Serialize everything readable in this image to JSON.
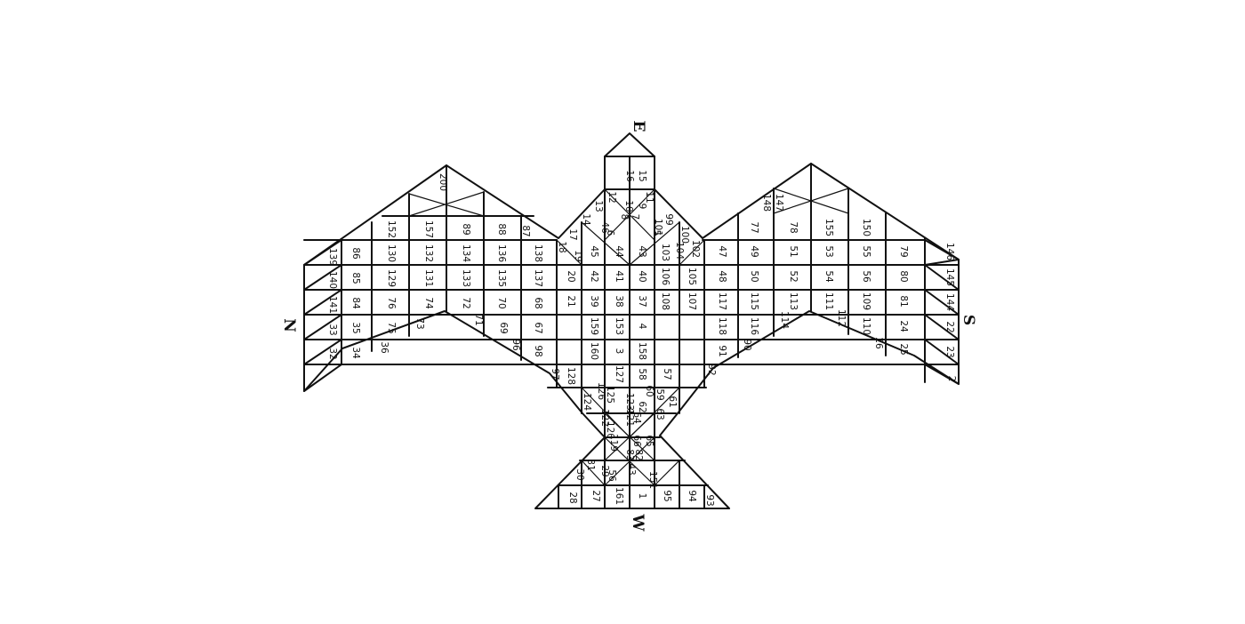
{
  "directions": {
    "east": "E",
    "west": "W",
    "north": "N",
    "south": "S"
  },
  "cells": [
    {
      "t": "16"
    },
    {
      "t": "15"
    },
    {
      "t": "200"
    },
    {
      "t": "148"
    },
    {
      "t": "147"
    },
    {
      "t": "152"
    },
    {
      "t": "157"
    },
    {
      "t": "89"
    },
    {
      "t": "88"
    },
    {
      "t": "87"
    },
    {
      "t": "77"
    },
    {
      "t": "78"
    },
    {
      "t": "155"
    },
    {
      "t": "150"
    },
    {
      "t": "139"
    },
    {
      "t": "86"
    },
    {
      "t": "130"
    },
    {
      "t": "132"
    },
    {
      "t": "134"
    },
    {
      "t": "136"
    },
    {
      "t": "138"
    },
    {
      "t": "47"
    },
    {
      "t": "49"
    },
    {
      "t": "51"
    },
    {
      "t": "53"
    },
    {
      "t": "55"
    },
    {
      "t": "79"
    },
    {
      "t": "146"
    },
    {
      "t": "140"
    },
    {
      "t": "85"
    },
    {
      "t": "129"
    },
    {
      "t": "131"
    },
    {
      "t": "133"
    },
    {
      "t": "135"
    },
    {
      "t": "137"
    },
    {
      "t": "48"
    },
    {
      "t": "50"
    },
    {
      "t": "52"
    },
    {
      "t": "54"
    },
    {
      "t": "56"
    },
    {
      "t": "80"
    },
    {
      "t": "145"
    },
    {
      "t": "141"
    },
    {
      "t": "84"
    },
    {
      "t": "76"
    },
    {
      "t": "74"
    },
    {
      "t": "72"
    },
    {
      "t": "70"
    },
    {
      "t": "68"
    },
    {
      "t": "117"
    },
    {
      "t": "115"
    },
    {
      "t": "113"
    },
    {
      "t": "111"
    },
    {
      "t": "109"
    },
    {
      "t": "81"
    },
    {
      "t": "144"
    },
    {
      "t": "33"
    },
    {
      "t": "35"
    },
    {
      "t": "75"
    },
    {
      "t": "73"
    },
    {
      "t": "71"
    },
    {
      "t": "69"
    },
    {
      "t": "67"
    },
    {
      "t": "118"
    },
    {
      "t": "116"
    },
    {
      "t": "114"
    },
    {
      "t": "112"
    },
    {
      "t": "110"
    },
    {
      "t": "24"
    },
    {
      "t": "22"
    },
    {
      "t": "32"
    },
    {
      "t": "34"
    },
    {
      "t": "36"
    },
    {
      "t": "96"
    },
    {
      "t": "98"
    },
    {
      "t": "97"
    },
    {
      "t": "91"
    },
    {
      "t": "90"
    },
    {
      "t": "26"
    },
    {
      "t": "25"
    },
    {
      "t": "23"
    },
    {
      "t": "2"
    },
    {
      "t": "92"
    },
    {
      "t": "18"
    },
    {
      "t": "17"
    },
    {
      "t": "19"
    },
    {
      "t": "14"
    },
    {
      "t": "13"
    },
    {
      "t": "12"
    },
    {
      "t": "46"
    },
    {
      "t": "6"
    },
    {
      "t": "8"
    },
    {
      "t": "10"
    },
    {
      "t": "7"
    },
    {
      "t": "9"
    },
    {
      "t": "11"
    },
    {
      "t": "5"
    },
    {
      "t": "101"
    },
    {
      "t": "99"
    },
    {
      "t": "104"
    },
    {
      "t": "100"
    },
    {
      "t": "102"
    },
    {
      "t": "103"
    },
    {
      "t": "20"
    },
    {
      "t": "45"
    },
    {
      "t": "44"
    },
    {
      "t": "43"
    },
    {
      "t": "21"
    },
    {
      "t": "42"
    },
    {
      "t": "41"
    },
    {
      "t": "40"
    },
    {
      "t": "106"
    },
    {
      "t": "105"
    },
    {
      "t": "39"
    },
    {
      "t": "38"
    },
    {
      "t": "37"
    },
    {
      "t": "108"
    },
    {
      "t": "107"
    },
    {
      "t": "159"
    },
    {
      "t": "153"
    },
    {
      "t": "4"
    },
    {
      "t": "160"
    },
    {
      "t": "3"
    },
    {
      "t": "158"
    },
    {
      "t": "128"
    },
    {
      "t": "127"
    },
    {
      "t": "58"
    },
    {
      "t": "57"
    },
    {
      "t": "124"
    },
    {
      "t": "126"
    },
    {
      "t": "125"
    },
    {
      "t": "123"
    },
    {
      "t": "60"
    },
    {
      "t": "59"
    },
    {
      "t": "61"
    },
    {
      "t": "122"
    },
    {
      "t": "121"
    },
    {
      "t": "64"
    },
    {
      "t": "62"
    },
    {
      "t": "63"
    },
    {
      "t": "119"
    },
    {
      "t": "120"
    },
    {
      "t": "66"
    },
    {
      "t": "65"
    },
    {
      "t": "31"
    },
    {
      "t": "30"
    },
    {
      "t": "29"
    },
    {
      "t": "56"
    },
    {
      "t": "83"
    },
    {
      "t": "43"
    },
    {
      "t": "82"
    },
    {
      "t": "151"
    },
    {
      "t": "28"
    },
    {
      "t": "27"
    },
    {
      "t": "161"
    },
    {
      "t": "1"
    },
    {
      "t": "95"
    },
    {
      "t": "94"
    },
    {
      "t": "93"
    }
  ]
}
